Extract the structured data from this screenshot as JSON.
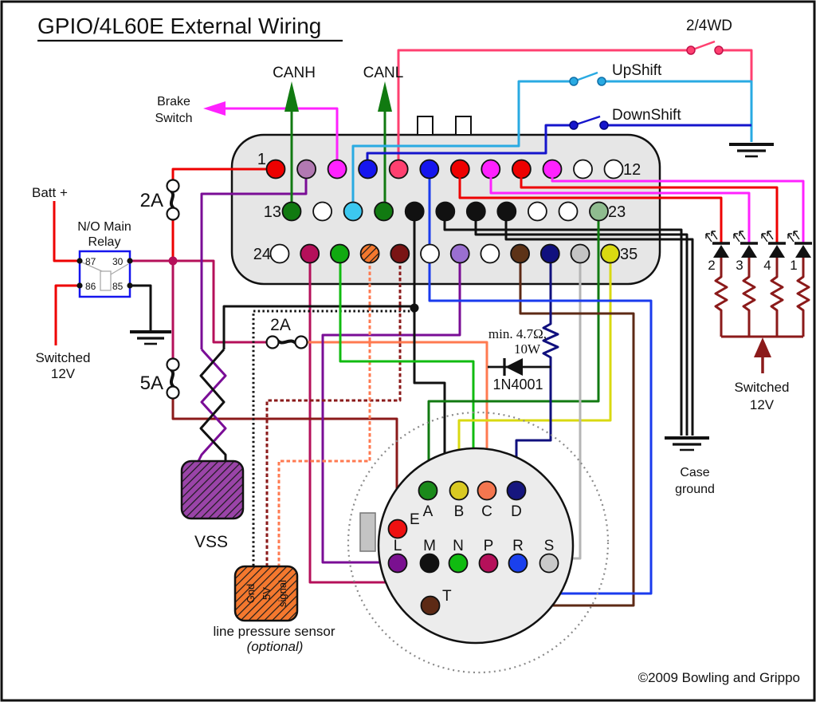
{
  "labels": {
    "title": "GPIO/4L60E External Wiring",
    "copyright": "©2009 Bowling and Grippo"
  },
  "colors": {
    "red": "#ee0000",
    "magenta": "#ff22ff",
    "deep_pink": "#ff4070",
    "cyan": "#29aae2",
    "blue_switch": "#1515cc",
    "blue": "#1a3bee",
    "purple": "#7a0d96",
    "crimson": "#b5105a",
    "dark_red": "#8b1a1a",
    "orange": "#ff7a50",
    "green_bright": "#10bb10",
    "green_dark": "#117a11",
    "yellow": "#d9d911",
    "brown": "#5d2a15",
    "navy": "#10107e",
    "gray_wire": "#b5b5b5",
    "black": "#111111",
    "relay_blue": "#1515ee",
    "connector_fill": "#e6e6e6",
    "num_gray": "#8c8c8c",
    "copyright_gray": "#c6c6c6"
  },
  "top": {
    "canh": "CANH",
    "canl": "CANL",
    "brake_line1": "Brake",
    "brake_line2": "Switch",
    "switch_2_4wd": "2/4WD",
    "upshift": "UpShift",
    "downshift": "DownShift"
  },
  "left": {
    "batt": "Batt +",
    "relay_line1": "N/O Main",
    "relay_line2": "Relay",
    "term_87": "87",
    "term_30": "30",
    "term_86": "86",
    "term_85": "85",
    "switched_line1": "Switched",
    "switched_line2": "12V",
    "fuse_2a": "2A",
    "fuse_5a": "5A"
  },
  "mid": {
    "fuse_2a": "2A",
    "resistor_line1": "min. 4.7Ω,",
    "resistor_line2": "10W",
    "diode": "1N4001"
  },
  "connector": {
    "num_1": "1",
    "num_12": "12",
    "num_13": "13",
    "num_23": "23",
    "num_24": "24",
    "num_35": "35",
    "rows": [
      [
        "#ee0000",
        "#b279b2",
        "#ff22ff",
        "#1515ee",
        "#ff4070",
        "#1515ee",
        "#ee0000",
        "#ff22ff",
        "#ee0000",
        "#ff22ff",
        "#ffffff",
        "#ffffff"
      ],
      [
        "#117a11",
        "#ffffff",
        "#3cc8f0",
        "#117a11",
        "#111111",
        "#111111",
        "#111111",
        "#111111",
        "#ffffff",
        "#ffffff",
        "#8fbc8f"
      ],
      [
        "#ffffff",
        "#b5105a",
        "#11aa11",
        "hatch",
        "#7a1414",
        "#ffffff",
        "#9a6fd0",
        "#ffffff",
        "#5d3317",
        "#10107e",
        "#c4c4c4",
        "#d9d911"
      ]
    ]
  },
  "round_connector": {
    "pins": [
      {
        "label": "A",
        "color": "#1a8a1a"
      },
      {
        "label": "B",
        "color": "#d9c922"
      },
      {
        "label": "C",
        "color": "#f4764f"
      },
      {
        "label": "D",
        "color": "#16167e"
      },
      {
        "label": "E",
        "color": "#ee1111"
      },
      {
        "label": "L",
        "color": "#7a1090"
      },
      {
        "label": "M",
        "color": "#111111"
      },
      {
        "label": "N",
        "color": "#10bb10"
      },
      {
        "label": "P",
        "color": "#b5105a"
      },
      {
        "label": "R",
        "color": "#1a40ee"
      },
      {
        "label": "S",
        "color": "#c9c9c9"
      },
      {
        "label": "T",
        "color": "#5d2a15"
      }
    ]
  },
  "bottom": {
    "vss": "VSS",
    "sensor_line1": "line pressure sensor",
    "sensor_line2": "(optional)",
    "sensor_gnd": "Gnd",
    "sensor_5v": "5V",
    "sensor_signal": "signal"
  },
  "right": {
    "case_line1": "Case",
    "case_line2": "ground",
    "switched_line1": "Switched",
    "switched_line2": "12V",
    "leds": [
      {
        "label": "2",
        "wire": "red"
      },
      {
        "label": "3",
        "wire": "magenta"
      },
      {
        "label": "4",
        "wire": "red"
      },
      {
        "label": "1",
        "wire": "magenta"
      }
    ]
  }
}
